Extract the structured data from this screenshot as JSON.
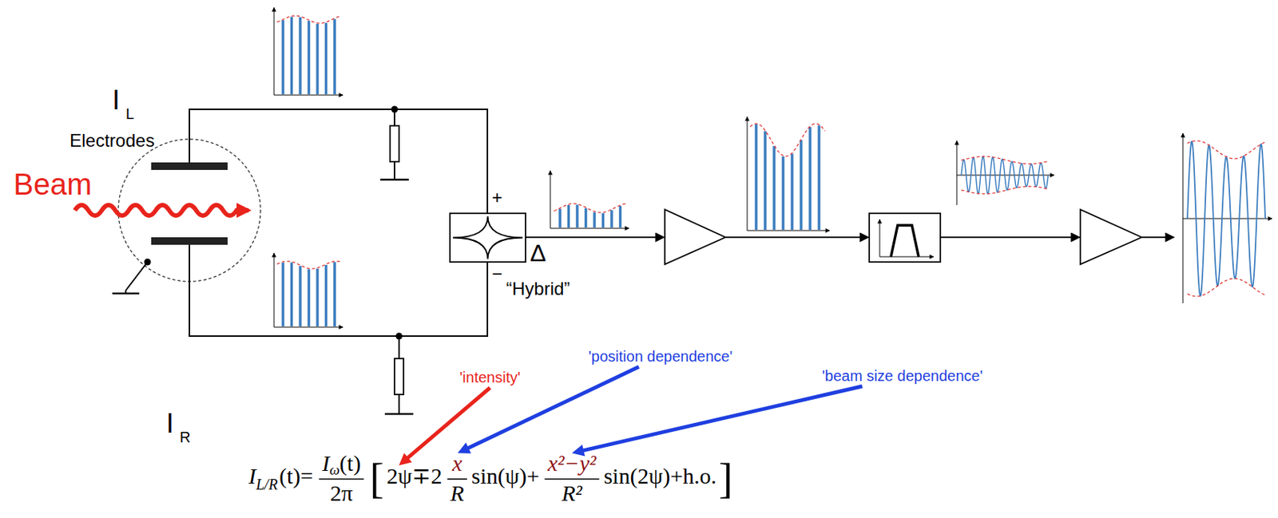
{
  "diagram": {
    "labels": [
      "I",
      "L",
      "Electrodes",
      "Beam",
      "+",
      "Δ",
      "−",
      "“Hybrid”",
      "'intensity'",
      "'position dependence'",
      "'beam size dependence'",
      "I",
      "R",
      "I",
      "L/R",
      "(t)=",
      "I",
      "ω",
      "(t)",
      "2π",
      "[",
      "2ψ∓2",
      "x",
      "R",
      "sin(ψ)+",
      "x²−y²",
      "R²",
      "sin(2ψ)+h.o.",
      "]"
    ]
  }
}
